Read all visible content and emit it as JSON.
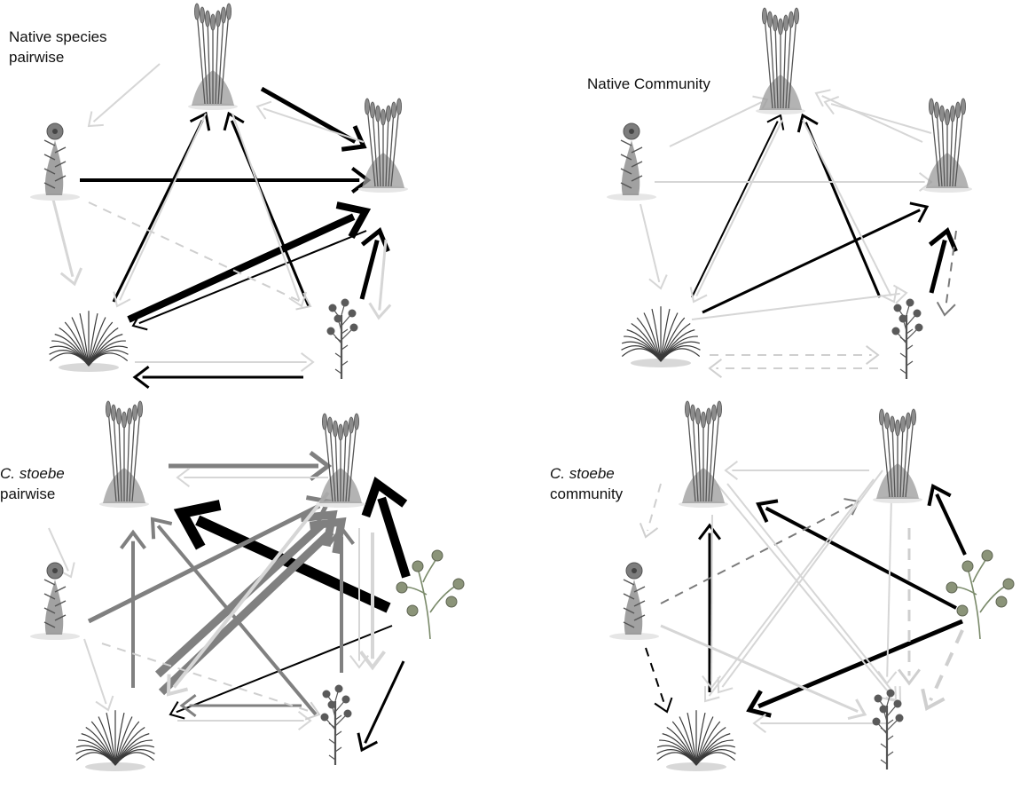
{
  "colors": {
    "strong": "#000000",
    "medium": "#808080",
    "dashed_medium": "#7a7a7a",
    "weak": "#d6d6d6",
    "weak_dashed": "#cfcfcf",
    "plant": "#555555"
  },
  "panels": [
    {
      "id": "native-pairwise",
      "title_lines": [
        {
          "parts": [
            {
              "text": "Native species",
              "italic": false
            }
          ]
        },
        {
          "parts": [
            {
              "text": "pairwise",
              "italic": false
            }
          ]
        }
      ],
      "nodes": [
        {
          "id": "A",
          "icon": "tall-grass-plant-icon"
        },
        {
          "id": "B",
          "icon": "slender-grass-plant-icon"
        },
        {
          "id": "C",
          "icon": "small-flowering-plant-icon"
        },
        {
          "id": "D",
          "icon": "bunchgrass-plant-icon"
        },
        {
          "id": "E",
          "icon": "composite-flower-plant-icon"
        }
      ],
      "arrows": [
        {
          "style": "strong",
          "width": 5,
          "dashed": false
        },
        {
          "style": "strong",
          "width": 4,
          "dashed": false
        },
        {
          "style": "strong",
          "width": 3,
          "dashed": false
        },
        {
          "style": "strong",
          "width": 3,
          "dashed": false
        },
        {
          "style": "strong",
          "width": 8,
          "dashed": false
        },
        {
          "style": "strong",
          "width": 2,
          "dashed": false
        },
        {
          "style": "strong",
          "width": 5,
          "dashed": false
        },
        {
          "style": "strong",
          "width": 3,
          "dashed": false
        },
        {
          "style": "weak",
          "width": 2,
          "dashed": false
        },
        {
          "style": "weak",
          "width": 2,
          "dashed": false
        },
        {
          "style": "weak",
          "width": 2,
          "dashed": false
        },
        {
          "style": "weak",
          "width": 3,
          "dashed": false
        },
        {
          "style": "weak",
          "width": 2,
          "dashed": false
        },
        {
          "style": "weak",
          "width": 3,
          "dashed": false
        },
        {
          "style": "weak",
          "width": 2,
          "dashed": false
        },
        {
          "style": "weak",
          "width": 2,
          "dashed": true
        }
      ]
    },
    {
      "id": "native-community",
      "title_lines": [
        {
          "parts": [
            {
              "text": "Native Community",
              "italic": false
            }
          ]
        }
      ],
      "nodes": [
        {
          "id": "A",
          "icon": "tall-grass-plant-icon"
        },
        {
          "id": "B",
          "icon": "slender-grass-plant-icon"
        },
        {
          "id": "C",
          "icon": "small-flowering-plant-icon"
        },
        {
          "id": "D",
          "icon": "bunchgrass-plant-icon"
        },
        {
          "id": "E",
          "icon": "composite-flower-plant-icon"
        }
      ],
      "arrows": [
        {
          "style": "strong",
          "width": 2,
          "dashed": false
        },
        {
          "style": "strong",
          "width": 3,
          "dashed": false
        },
        {
          "style": "strong",
          "width": 3,
          "dashed": false
        },
        {
          "style": "strong",
          "width": 5,
          "dashed": false
        },
        {
          "style": "medium",
          "width": 2,
          "dashed": true
        },
        {
          "style": "weak",
          "width": 2,
          "dashed": false
        },
        {
          "style": "weak",
          "width": 2,
          "dashed": false
        },
        {
          "style": "weak",
          "width": 2,
          "dashed": false
        },
        {
          "style": "weak",
          "width": 2,
          "dashed": false
        },
        {
          "style": "weak",
          "width": 2,
          "dashed": false
        },
        {
          "style": "weak",
          "width": 2,
          "dashed": false
        },
        {
          "style": "weak",
          "width": 2,
          "dashed": false
        },
        {
          "style": "weak",
          "width": 2,
          "dashed": true
        },
        {
          "style": "weak",
          "width": 2,
          "dashed": true
        },
        {
          "style": "weak",
          "width": 2,
          "dashed": false
        }
      ]
    },
    {
      "id": "cstoebe-pairwise",
      "title_lines": [
        {
          "parts": [
            {
              "text": "C. stoebe",
              "italic": true
            }
          ]
        },
        {
          "parts": [
            {
              "text": "pairwise",
              "italic": false
            }
          ]
        }
      ],
      "nodes": [
        {
          "id": "A",
          "icon": "tall-grass-plant-icon"
        },
        {
          "id": "B",
          "icon": "slender-grass-plant-icon"
        },
        {
          "id": "C",
          "icon": "small-flowering-plant-icon"
        },
        {
          "id": "D",
          "icon": "bunchgrass-plant-icon"
        },
        {
          "id": "E",
          "icon": "composite-flower-plant-icon"
        },
        {
          "id": "F",
          "icon": "knapweed-plant-icon"
        }
      ],
      "arrows": [
        {
          "style": "strong",
          "width": 12,
          "dashed": false
        },
        {
          "style": "strong",
          "width": 10,
          "dashed": false
        },
        {
          "style": "strong",
          "width": 2,
          "dashed": false
        },
        {
          "style": "strong",
          "width": 3,
          "dashed": false
        },
        {
          "style": "medium",
          "width": 5,
          "dashed": false
        },
        {
          "style": "medium",
          "width": 5,
          "dashed": false
        },
        {
          "style": "medium",
          "width": 4,
          "dashed": false
        },
        {
          "style": "medium",
          "width": 9,
          "dashed": false
        },
        {
          "style": "medium",
          "width": 9,
          "dashed": false
        },
        {
          "style": "medium",
          "width": 4,
          "dashed": false
        },
        {
          "style": "medium",
          "width": 4,
          "dashed": false
        },
        {
          "style": "medium",
          "width": 3,
          "dashed": false
        },
        {
          "style": "weak",
          "width": 2,
          "dashed": false
        },
        {
          "style": "weak",
          "width": 4,
          "dashed": false
        },
        {
          "style": "weak",
          "width": 2,
          "dashed": false
        },
        {
          "style": "weak",
          "width": 4,
          "dashed": false
        },
        {
          "style": "weak",
          "width": 2,
          "dashed": false
        },
        {
          "style": "weak",
          "width": 2,
          "dashed": false
        },
        {
          "style": "weak",
          "width": 2,
          "dashed": false
        },
        {
          "style": "weak",
          "width": 2,
          "dashed": true
        }
      ]
    },
    {
      "id": "cstoebe-community",
      "title_lines": [
        {
          "parts": [
            {
              "text": "C. stoebe",
              "italic": true
            }
          ]
        },
        {
          "parts": [
            {
              "text": "community",
              "italic": false
            }
          ]
        }
      ],
      "nodes": [
        {
          "id": "A",
          "icon": "tall-grass-plant-icon"
        },
        {
          "id": "B",
          "icon": "slender-grass-plant-icon"
        },
        {
          "id": "C",
          "icon": "small-flowering-plant-icon"
        },
        {
          "id": "D",
          "icon": "bunchgrass-plant-icon"
        },
        {
          "id": "E",
          "icon": "composite-flower-plant-icon"
        },
        {
          "id": "F",
          "icon": "knapweed-plant-icon"
        }
      ],
      "arrows": [
        {
          "style": "strong",
          "width": 5,
          "dashed": false
        },
        {
          "style": "strong",
          "width": 4,
          "dashed": false
        },
        {
          "style": "strong",
          "width": 4,
          "dashed": false
        },
        {
          "style": "strong",
          "width": 3,
          "dashed": false
        },
        {
          "style": "strong",
          "width": 2,
          "dashed": true
        },
        {
          "style": "medium",
          "width": 2,
          "dashed": true
        },
        {
          "style": "weak",
          "width": 2,
          "dashed": false
        },
        {
          "style": "weak",
          "width": 2,
          "dashed": false
        },
        {
          "style": "weak",
          "width": 2,
          "dashed": false
        },
        {
          "style": "weak",
          "width": 2,
          "dashed": false
        },
        {
          "style": "weak",
          "width": 2,
          "dashed": false
        },
        {
          "style": "weak",
          "width": 2,
          "dashed": false
        },
        {
          "style": "weak",
          "width": 2,
          "dashed": false
        },
        {
          "style": "weak",
          "width": 2,
          "dashed": false
        },
        {
          "style": "weak",
          "width": 4,
          "dashed": true
        },
        {
          "style": "weak",
          "width": 3,
          "dashed": true
        },
        {
          "style": "weak",
          "width": 2,
          "dashed": true
        },
        {
          "style": "weak",
          "width": 3,
          "dashed": false
        }
      ]
    }
  ]
}
